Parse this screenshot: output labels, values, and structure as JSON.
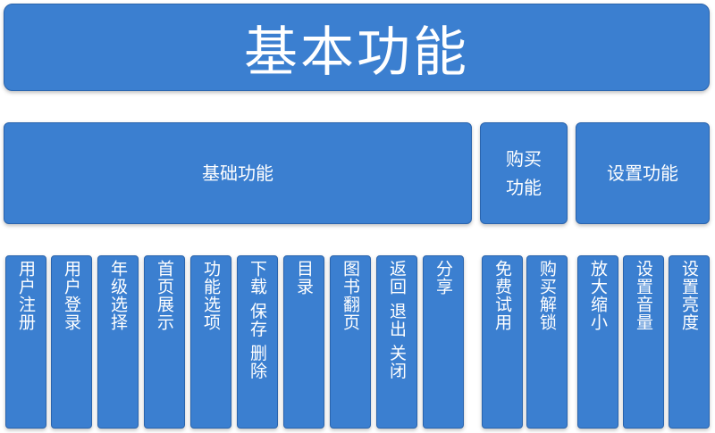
{
  "title": "基本功能",
  "categories": {
    "basic": "基础功能",
    "purchase": [
      "购买",
      "功能"
    ],
    "settings": "设置功能"
  },
  "leaves": [
    "用户注册",
    "用户登录",
    "年级选择",
    "首页展示",
    "功能选项",
    "下载 保存 删除",
    "目录",
    "图书翻页",
    "返回 退出 关闭",
    "分享",
    "免费试用",
    "购买解锁",
    "放大缩小",
    "设置音量",
    "设置亮度"
  ],
  "colors": {
    "box_fill": "#3b7fd0",
    "box_border": "#2a64ad",
    "text": "#ffffff"
  }
}
